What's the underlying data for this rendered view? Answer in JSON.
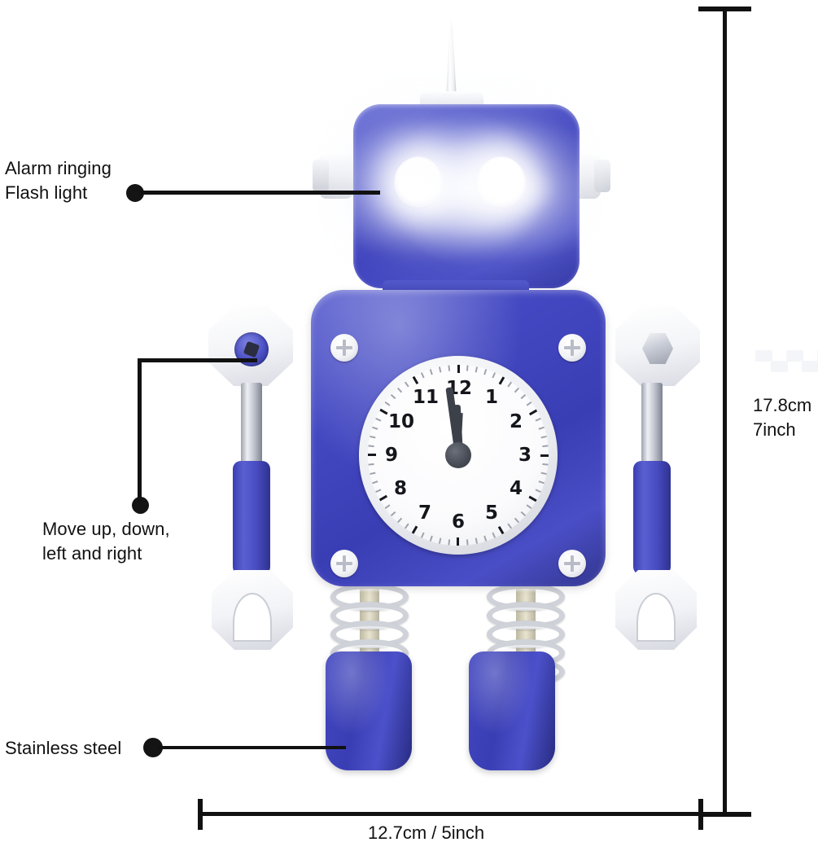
{
  "page": {
    "title": "Robot alarm clock product dimension infographic",
    "background_color": "#ffffff",
    "line_color": "#111111"
  },
  "annotations": [
    {
      "id": "flash-light",
      "text": "Alarm ringing\nFlash light",
      "target": "robot-head-eyes"
    },
    {
      "id": "move-joints",
      "text": "Move up, down,\nleft and right",
      "target": "left-shoulder-joint"
    },
    {
      "id": "stainless-steel",
      "text": "Stainless steel",
      "target": "left-foot"
    }
  ],
  "dimensions": {
    "height": "17.8cm\n7inch",
    "width": "12.7cm / 5inch"
  },
  "product": {
    "body_color": "#3f43bd",
    "metal_color": "#eceef2",
    "clock": {
      "numerals": [
        "12",
        "1",
        "2",
        "3",
        "4",
        "5",
        "6",
        "7",
        "8",
        "9",
        "10",
        "11"
      ],
      "hour_hand_deg": 357,
      "minute_hand_deg": 352,
      "second_hand_deg": 183,
      "face_color": "#fbfbfd",
      "hand_color": "#3c4049"
    },
    "icons": {
      "antenna": "antenna-icon",
      "eyes": "glowing-eye-icon",
      "mouth": "zigzag-mouth-icon",
      "screw": "phillips-screw-icon",
      "joint": "ball-joint-icon",
      "hand": "claw-hand-icon",
      "leg": "coil-spring-icon",
      "foot": "boot-icon"
    }
  }
}
